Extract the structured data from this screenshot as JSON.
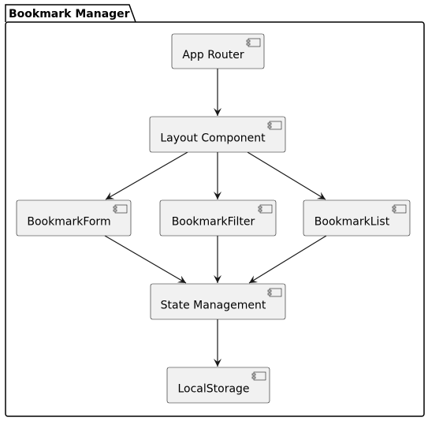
{
  "package": {
    "title": "Bookmark Manager"
  },
  "colors": {
    "node_fill": "#F1F1F1",
    "node_stroke": "#181818",
    "edge": "#181818",
    "package_stroke": "#000000",
    "background": "#FFFFFF"
  },
  "components": [
    {
      "id": "app-router",
      "label": "App Router",
      "icon": "component-icon"
    },
    {
      "id": "layout-component",
      "label": "Layout Component",
      "icon": "component-icon"
    },
    {
      "id": "bookmark-form",
      "label": "BookmarkForm",
      "icon": "component-icon"
    },
    {
      "id": "bookmark-filter",
      "label": "BookmarkFilter",
      "icon": "component-icon"
    },
    {
      "id": "bookmark-list",
      "label": "BookmarkList",
      "icon": "component-icon"
    },
    {
      "id": "state-management",
      "label": "State Management",
      "icon": "component-icon"
    },
    {
      "id": "local-storage",
      "label": "LocalStorage",
      "icon": "component-icon"
    }
  ],
  "edges": [
    {
      "from": "app-router",
      "to": "layout-component"
    },
    {
      "from": "layout-component",
      "to": "bookmark-form"
    },
    {
      "from": "layout-component",
      "to": "bookmark-filter"
    },
    {
      "from": "layout-component",
      "to": "bookmark-list"
    },
    {
      "from": "bookmark-form",
      "to": "state-management"
    },
    {
      "from": "bookmark-filter",
      "to": "state-management"
    },
    {
      "from": "bookmark-list",
      "to": "state-management"
    },
    {
      "from": "state-management",
      "to": "local-storage"
    }
  ]
}
